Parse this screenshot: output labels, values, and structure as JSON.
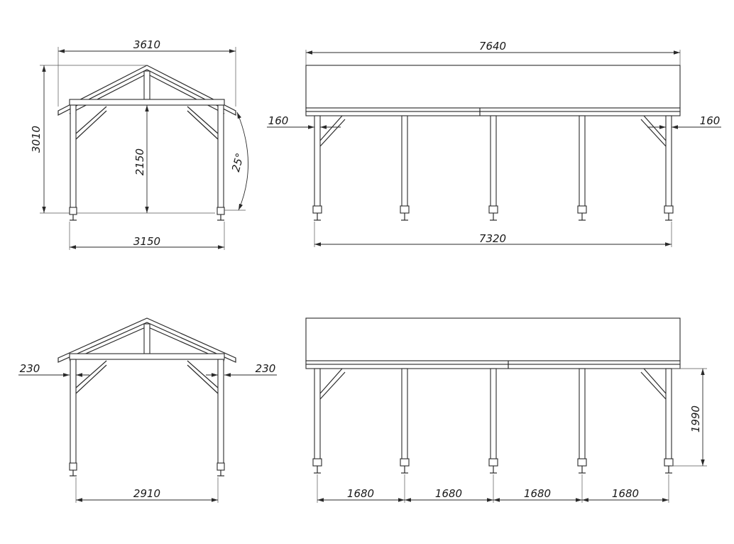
{
  "views": {
    "front_top": {
      "overall_width": "3610",
      "total_height": "3010",
      "eave_height": "2150",
      "roof_pitch": "25°",
      "base_width": "3150"
    },
    "side_top": {
      "overall_length": "7640",
      "left_overhang": "160",
      "right_overhang": "160",
      "base_length": "7320"
    },
    "front_bottom": {
      "left_overhang": "230",
      "right_overhang": "230",
      "base_width": "2910"
    },
    "side_bottom": {
      "post_height": "1990",
      "spans": [
        "1680",
        "1680",
        "1680",
        "1680"
      ]
    }
  }
}
